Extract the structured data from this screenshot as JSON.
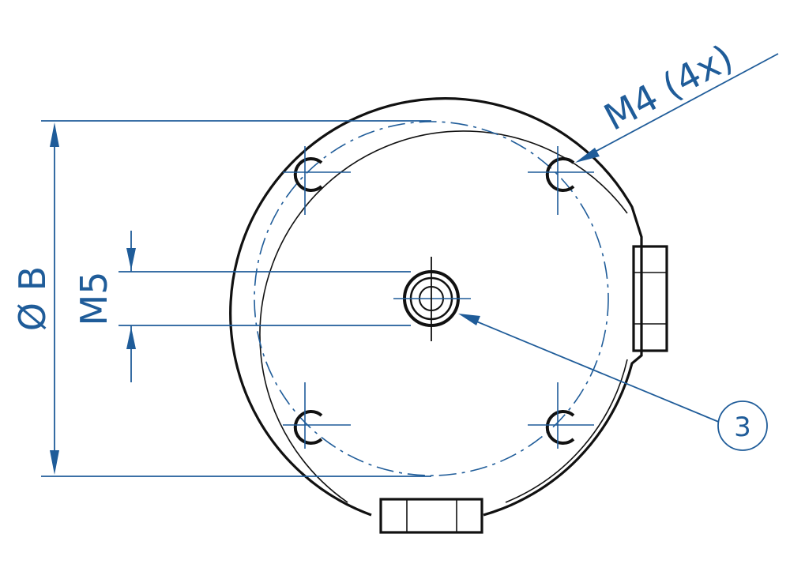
{
  "labels": {
    "diameter": "Ø B",
    "center_thread": "M5",
    "hole_thread": "M4 (4x)",
    "callout": "3"
  },
  "colors": {
    "accent": "#1f5c99",
    "outline": "#111111",
    "background": "#ffffff"
  }
}
